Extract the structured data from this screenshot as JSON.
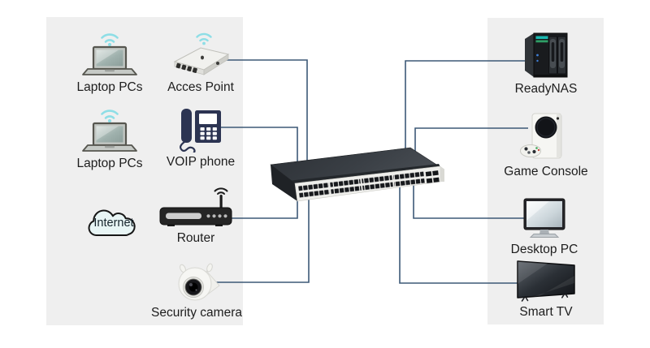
{
  "diagram": {
    "left_panel": {
      "items": [
        {
          "label": "Laptop PCs",
          "icon": "laptop-wifi-icon"
        },
        {
          "label": "Acces Point",
          "icon": "access-point-icon"
        },
        {
          "label": "Laptop PCs",
          "icon": "laptop-wifi-icon"
        },
        {
          "label": "VOIP phone",
          "icon": "voip-phone-icon"
        },
        {
          "label": "Internet",
          "icon": "internet-cloud-icon"
        },
        {
          "label": "Router",
          "icon": "router-icon"
        },
        {
          "label": "Security camera",
          "icon": "security-camera-icon"
        }
      ]
    },
    "right_panel": {
      "items": [
        {
          "label": "ReadyNAS",
          "icon": "nas-icon"
        },
        {
          "label": "Game Console",
          "icon": "game-console-icon"
        },
        {
          "label": "Desktop PC",
          "icon": "desktop-pc-icon"
        },
        {
          "label": "Smart TV",
          "icon": "smart-tv-icon"
        }
      ]
    },
    "switch": {
      "icon": "network-switch-48port-icon"
    }
  },
  "colors": {
    "panel_bg": "#efefef",
    "connector": "#3d5977",
    "wifi_accent": "#8edee6",
    "text": "#1d1d1d"
  }
}
